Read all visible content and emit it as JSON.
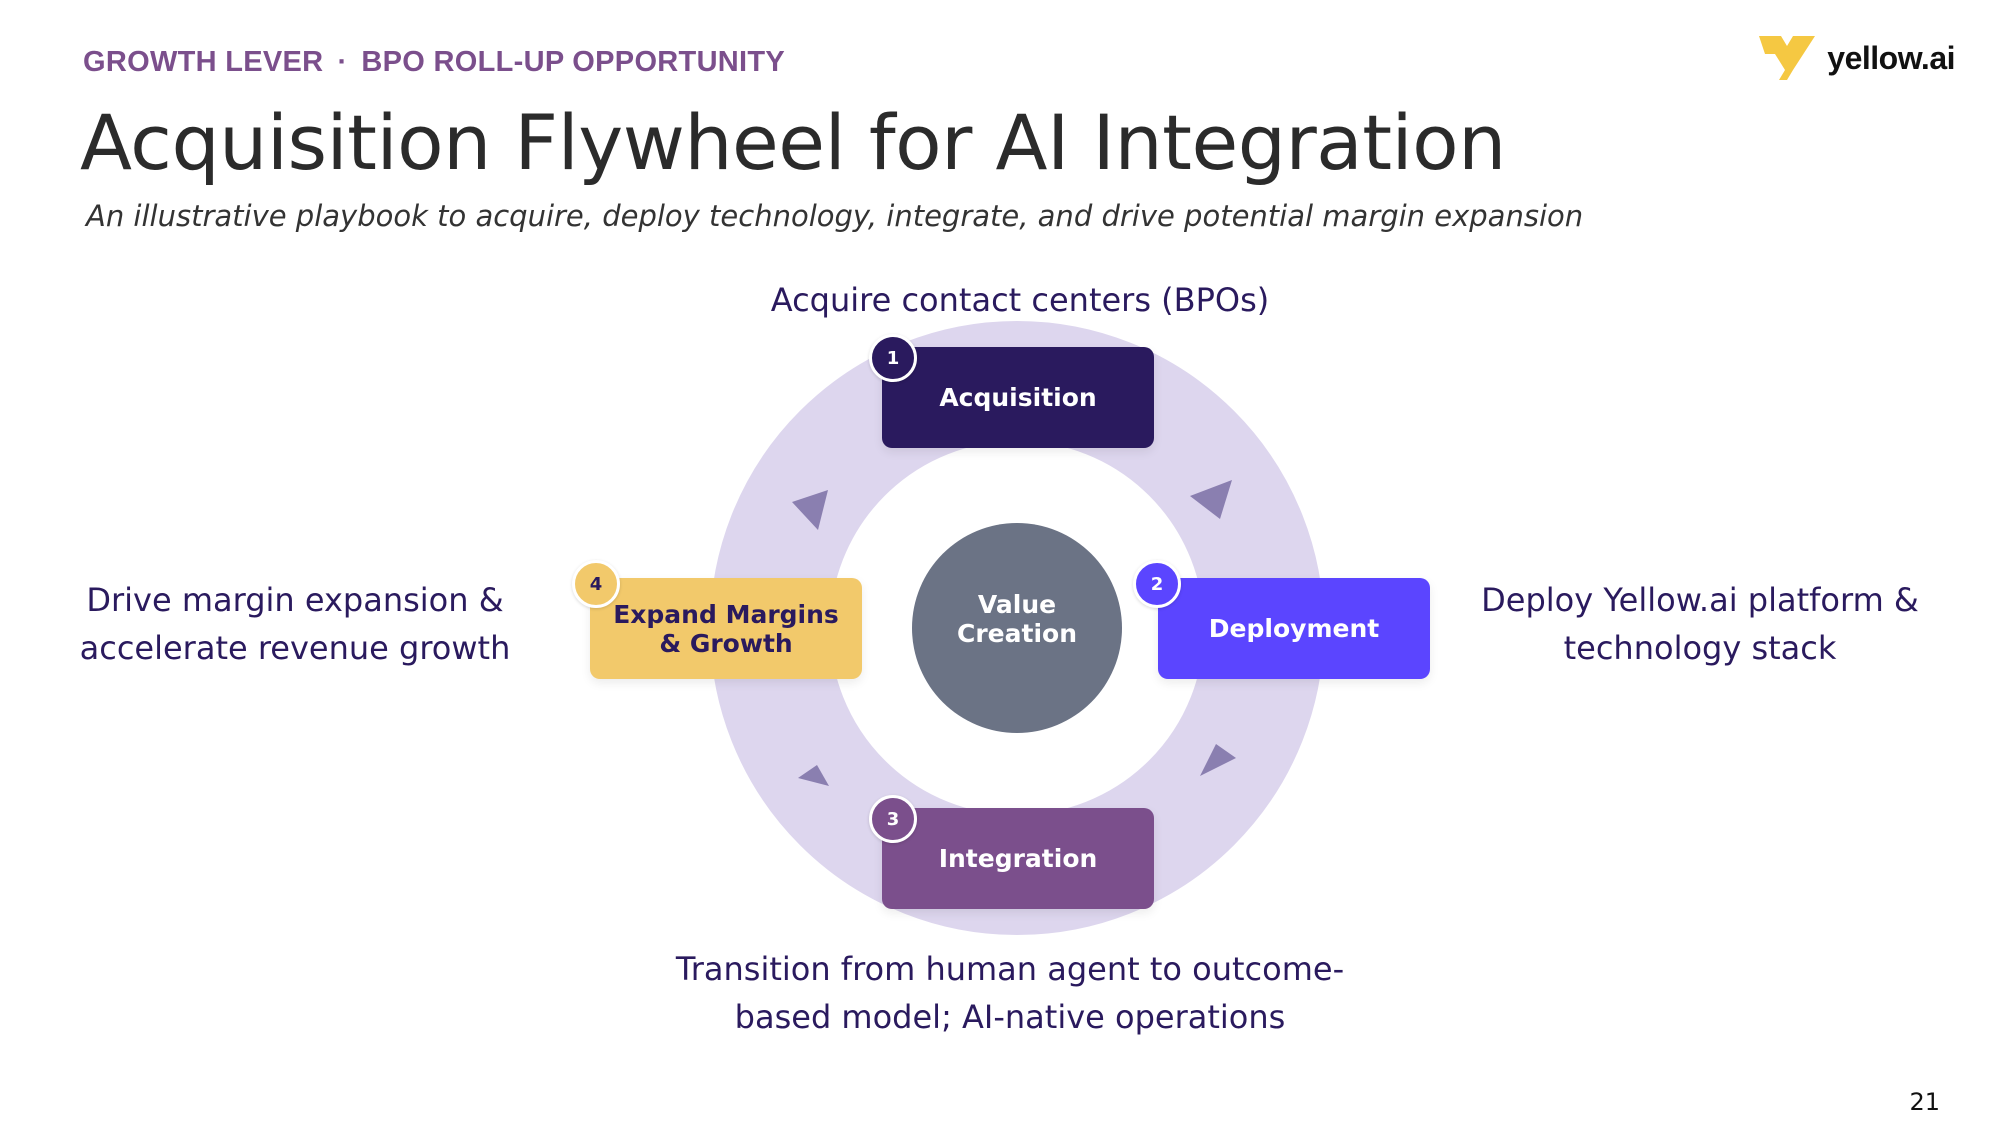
{
  "header": {
    "eyebrow_left": "GROWTH LEVER",
    "eyebrow_separator": "·",
    "eyebrow_right": "BPO ROLL-UP OPPORTUNITY",
    "title": "Acquisition Flywheel for AI Integration",
    "subtitle": "An illustrative playbook to acquire, deploy technology, integrate, and drive potential margin expansion"
  },
  "logo": {
    "text": "yellow.ai",
    "mark_color": "#f5c842"
  },
  "flywheel": {
    "center": {
      "line1": "Value",
      "line2": "Creation",
      "color": "#6b7385"
    },
    "ring_color": "#ddd6ee",
    "arrow_color": "#8a7fb0",
    "stages": [
      {
        "number": "1",
        "label": "Acquisition",
        "caption": "Acquire contact centers (BPOs)",
        "color": "#2a1a5e"
      },
      {
        "number": "2",
        "label": "Deployment",
        "caption_line1": "Deploy Yellow.ai platform &",
        "caption_line2": "technology stack",
        "color": "#5b45ff"
      },
      {
        "number": "3",
        "label": "Integration",
        "caption_line1": "Transition from human agent to outcome-",
        "caption_line2": "based model; AI-native operations",
        "color": "#7b4f8c"
      },
      {
        "number": "4",
        "label_line1": "Expand Margins",
        "label_line2": "& Growth",
        "caption_line1": "Drive margin expansion &",
        "caption_line2": "accelerate revenue growth",
        "color": "#f2c96b"
      }
    ]
  },
  "footer": {
    "page_number": "21"
  }
}
